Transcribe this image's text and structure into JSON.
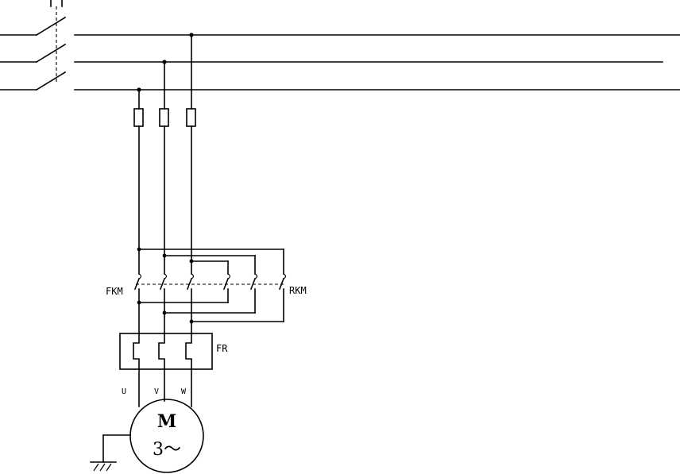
{
  "labels": {
    "forward_contactor": "FKM",
    "reverse_contactor": "RKM",
    "thermal_relay": "FR",
    "phase_u": "U",
    "phase_v": "V",
    "phase_w": "W",
    "motor_letter": "M",
    "motor_phase": "3～"
  }
}
